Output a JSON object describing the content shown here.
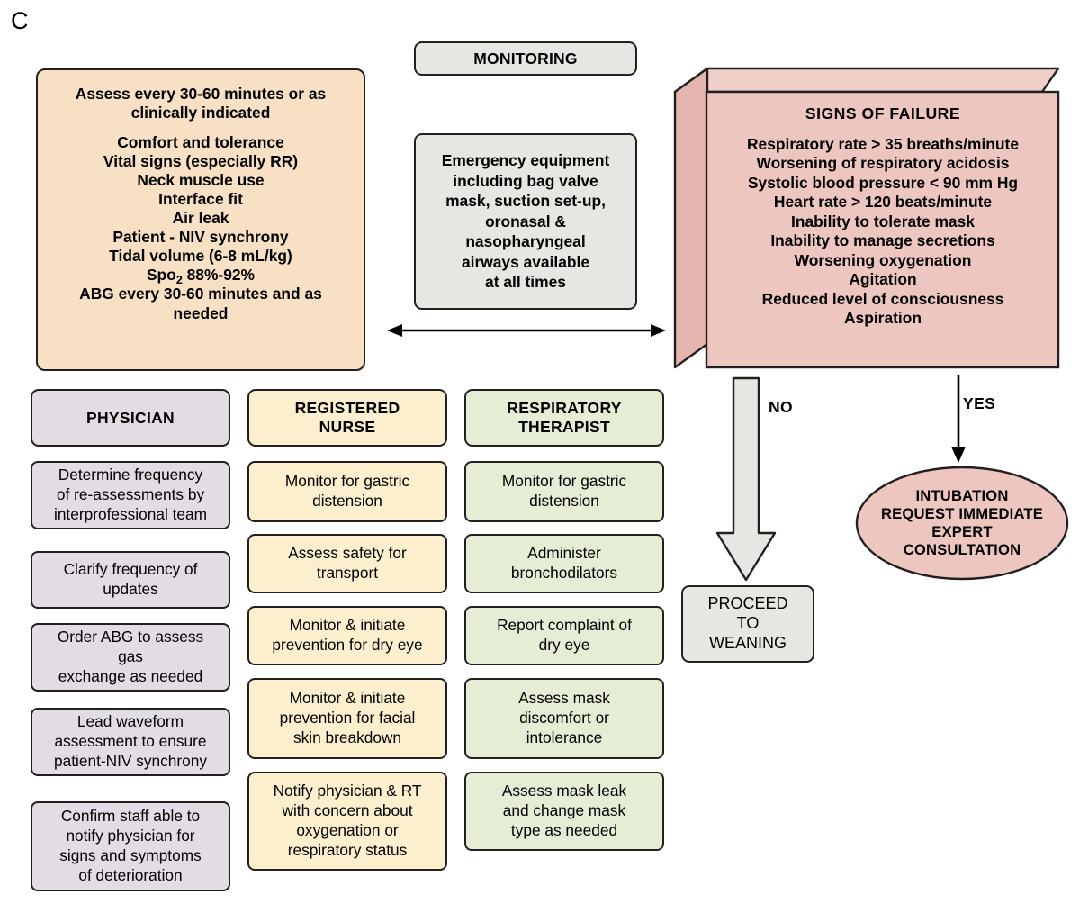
{
  "panel": {
    "letter": "C"
  },
  "monitoring": {
    "label": "MONITORING"
  },
  "assessment": {
    "heading": [
      "Assess every 30-60 minutes or as",
      "clinically indicated"
    ],
    "items": [
      "Comfort and tolerance",
      "Vital signs (especially RR)",
      "Neck muscle use",
      "Interface fit",
      "Air leak",
      "Patient - NIV synchrony",
      "Tidal volume (6-8 mL/kg)",
      "Spo2 88%-92%",
      "ABG every 30-60 minutes and as",
      "needed"
    ],
    "spo2_prefix": "Spo",
    "spo2_sub": "2",
    "spo2_suffix": " 88%-92%"
  },
  "emergency": {
    "lines": [
      "Emergency equipment",
      "including bag valve",
      "mask, suction set-up,",
      "oronasal &",
      "nasopharyngeal",
      "airways available",
      "at all times"
    ]
  },
  "signs_of_failure": {
    "title": "SIGNS OF FAILURE",
    "items": [
      "Respiratory rate > 35 breaths/minute",
      "Worsening of respiratory acidosis",
      "Systolic blood pressure < 90 mm Hg",
      "Heart rate > 120 beats/minute",
      "Inability to tolerate mask",
      "Inability to manage secretions",
      "Worsening oxygenation",
      "Agitation",
      "Reduced level of consciousness",
      "Aspiration"
    ]
  },
  "roles": [
    {
      "header": [
        "PHYSICIAN"
      ],
      "color": "#e2dce5",
      "items": [
        [
          "Determine frequency",
          "of re-assessments by",
          "interprofessional team"
        ],
        [
          "Clarify frequency of",
          "updates"
        ],
        [
          "Order ABG to assess",
          "gas",
          "exchange as needed"
        ],
        [
          "Lead waveform",
          "assessment to ensure",
          "patient-NIV synchrony"
        ],
        [
          "Confirm staff able to",
          "notify physician for",
          "signs and symptoms",
          "of deterioration"
        ]
      ]
    },
    {
      "header": [
        "REGISTERED",
        "NURSE"
      ],
      "color": "#fcefcd",
      "items": [
        [
          "Monitor for gastric",
          "distension"
        ],
        [
          "Assess safety for",
          "transport"
        ],
        [
          "Monitor & initiate",
          "prevention for dry eye"
        ],
        [
          "Monitor & initiate",
          "prevention for facial",
          "skin breakdown"
        ],
        [
          "Notify physician & RT",
          "with concern about",
          "oxygenation or",
          "respiratory status"
        ]
      ]
    },
    {
      "header": [
        "RESPIRATORY",
        "THERAPIST"
      ],
      "color": "#e6edd5",
      "items": [
        [
          "Monitor for gastric",
          "distension"
        ],
        [
          "Administer",
          "bronchodilators"
        ],
        [
          "Report complaint of",
          "dry eye"
        ],
        [
          "Assess mask",
          "discomfort or",
          "intolerance"
        ],
        [
          "Assess mask leak",
          "and change mask",
          "type as needed"
        ]
      ]
    }
  ],
  "decision": {
    "no_label": "NO",
    "yes_label": "YES",
    "proceed": [
      "PROCEED",
      "TO",
      "WEANING"
    ],
    "intubation": [
      "INTUBATION",
      "REQUEST IMMEDIATE",
      "EXPERT",
      "CONSULTATION"
    ]
  },
  "colors": {
    "peach": "#f7e0c4",
    "grey": "#e6e7e2",
    "lavender": "#e2dce5",
    "yellow": "#fcefcd",
    "green": "#e6edd5",
    "pink": "#eec6c0",
    "pink_shade": "#e4b4ae",
    "pink_top": "#f0cfc9",
    "outline": "#231f20"
  }
}
